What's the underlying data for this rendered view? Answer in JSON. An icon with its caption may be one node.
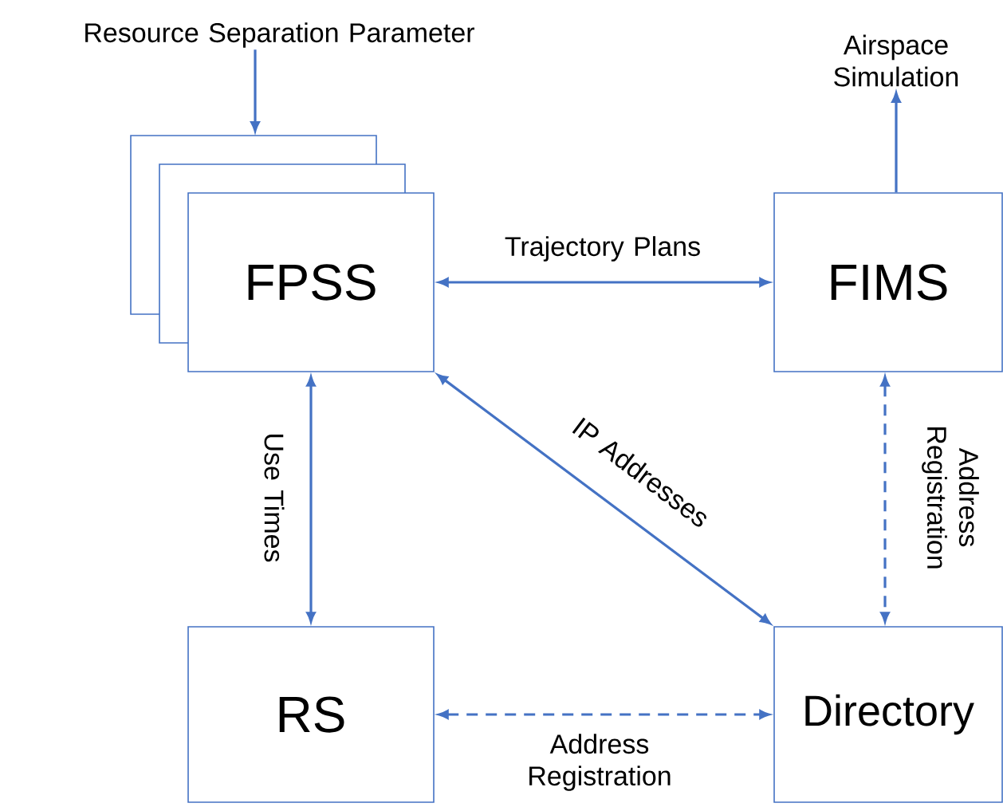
{
  "diagram": {
    "nodes": [
      {
        "text": [
          "Resource Separation Parameter"
        ]
      },
      {
        "text": [
          "FPSS"
        ]
      },
      {
        "text": [
          "FIMS"
        ]
      },
      {
        "text": [
          "Airspace Simulation"
        ]
      },
      {
        "text": [
          "RS"
        ]
      },
      {
        "text": [
          "Directory"
        ]
      }
    ],
    "edges": [
      {
        "from": 0,
        "to": 1,
        "arrow": "to"
      },
      {
        "from": 2,
        "to": 3,
        "arrow": "to"
      },
      {
        "from": 1,
        "to": 2,
        "arrow": "both",
        "label": "Trajectory Plans"
      },
      {
        "from": 1,
        "to": 4,
        "arrow": "both",
        "label": "Use Times"
      },
      {
        "from": 1,
        "to": 5,
        "arrow": "both",
        "label": "IP Addresses"
      },
      {
        "from": 2,
        "to": 5,
        "arrow": "both",
        "style": "dashed",
        "label": "Address Registration"
      },
      {
        "from": 4,
        "to": 5,
        "arrow": "both",
        "style": "dashed",
        "label": "Address Registration"
      }
    ]
  }
}
